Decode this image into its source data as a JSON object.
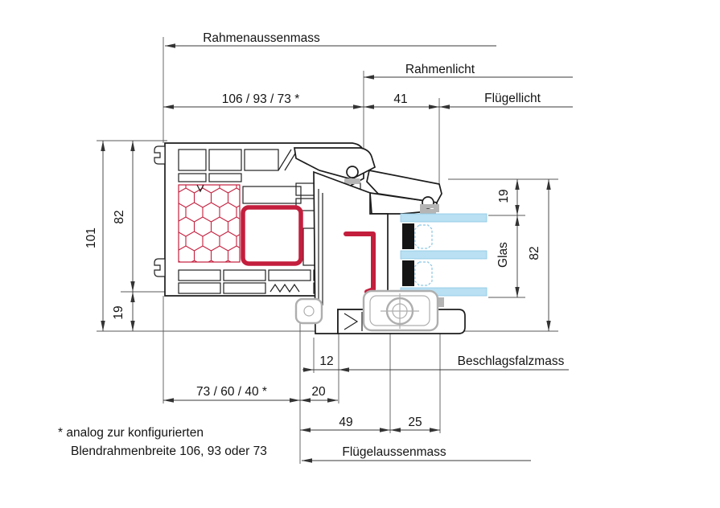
{
  "diagram": {
    "kind": "window-profile-cross-section"
  },
  "dims": {
    "rahmenaussenmass": "Rahmenaussenmass",
    "rahmenlicht": "Rahmenlicht",
    "fluegellicht": "Flügellicht",
    "beschlagsfalzmass": "Beschlagsfalzmass",
    "fluegelaussenmass": "Flügelaussenmass",
    "glas": "Glas",
    "frame_width_variants": "106 / 93 / 73 *",
    "sash_overlap": "41",
    "total_depth": "101",
    "frame_depth": "82",
    "frame_extension": "19",
    "glass_inset": "19",
    "sash_depth": "82",
    "dim_12": "12",
    "dim_20": "20",
    "frame_face_variants": "73 / 60 / 40 *",
    "dim_49": "49",
    "dim_25": "25"
  },
  "footnote": {
    "line1": "* analog zur konfigurierten",
    "line2": "Blendrahmenbreite 106, 93 oder 73"
  },
  "colors": {
    "outline": "#1c1c1c",
    "insulation_red": "#c41e3d",
    "glass_blue": "#b9e0f3",
    "hardware_gray": "#b0b0b0"
  }
}
